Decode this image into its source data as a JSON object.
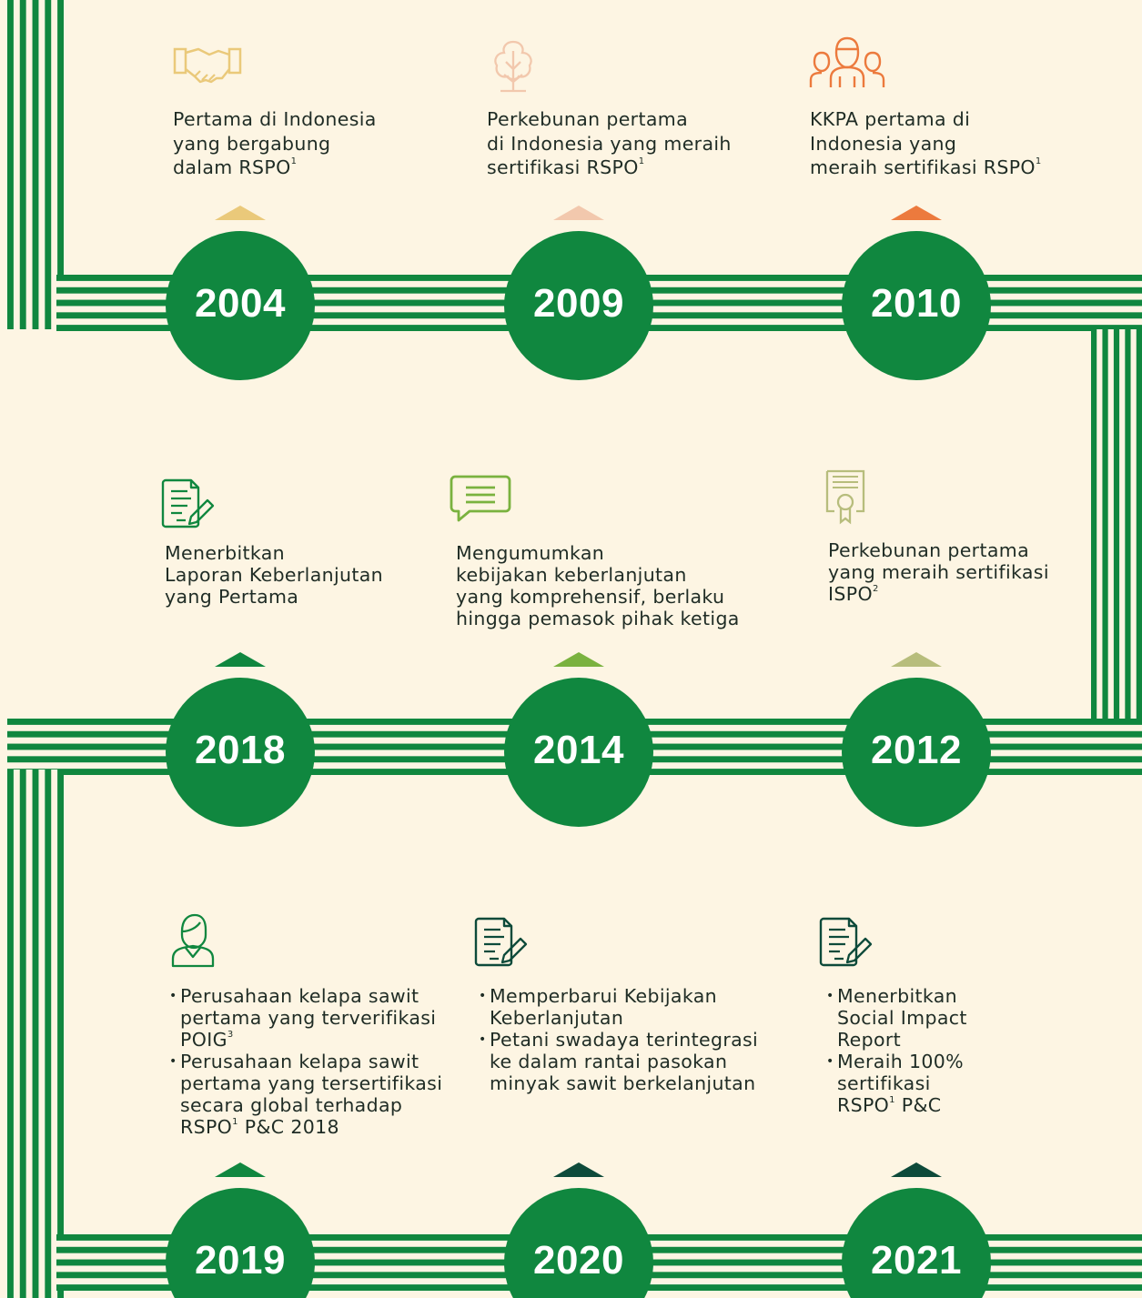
{
  "colors": {
    "background": "#fdf5e3",
    "green": "#10873f",
    "stripe_light": "#fdf5e3",
    "triangle_2004": "#eac97a",
    "triangle_2009": "#f2c8ad",
    "triangle_2010": "#ec7a3d",
    "triangle_2018": "#10873f",
    "triangle_2014": "#7ab23f",
    "triangle_2012": "#b7bd7c",
    "triangle_2019": "#10873f",
    "triangle_2020": "#0d4a3a",
    "triangle_2021": "#0d4a3a"
  },
  "milestones": [
    {
      "year": "2004",
      "icon": "handshake-icon",
      "lines": [
        {
          "t": "Pertama di Indonesia"
        },
        {
          "t": "yang bergabung"
        },
        {
          "t": "dalam RSPO",
          "sup": "1"
        }
      ]
    },
    {
      "year": "2009",
      "icon": "tree-icon",
      "lines": [
        {
          "t": "Perkebunan pertama"
        },
        {
          "t": "di Indonesia yang meraih"
        },
        {
          "t": "sertifikasi RSPO",
          "sup": "1"
        }
      ]
    },
    {
      "year": "2010",
      "icon": "people-group-icon",
      "lines": [
        {
          "t": "KKPA pertama di"
        },
        {
          "t": "Indonesia yang"
        },
        {
          "t": "meraih sertifikasi RSPO",
          "sup": "1"
        }
      ]
    },
    {
      "year": "2018",
      "icon": "document-pen-icon",
      "lines": [
        {
          "t": "Menerbitkan"
        },
        {
          "t": "Laporan Keberlanjutan"
        },
        {
          "t": "yang Pertama"
        }
      ]
    },
    {
      "year": "2014",
      "icon": "speech-bubble-icon",
      "lines": [
        {
          "t": "Mengumumkan"
        },
        {
          "t": "kebijakan keberlanjutan"
        },
        {
          "t": "yang komprehensif,  berlaku"
        },
        {
          "t": "hingga pemasok pihak ketiga"
        }
      ]
    },
    {
      "year": "2012",
      "icon": "certificate-icon",
      "lines": [
        {
          "t": "Perkebunan pertama"
        },
        {
          "t": "yang meraih sertifikasi"
        },
        {
          "t": "ISPO",
          "sup": "2"
        }
      ]
    },
    {
      "year": "2019",
      "icon": "person-icon",
      "bullets": [
        [
          {
            "t": "Perusahaan kelapa sawit"
          },
          {
            "t": "pertama yang terverifikasi"
          },
          {
            "t": "POIG",
            "sup": "3"
          }
        ],
        [
          {
            "t": "Perusahaan kelapa sawit"
          },
          {
            "t": "pertama yang tersertifikasi"
          },
          {
            "t": "secara global terhadap"
          },
          {
            "t": "RSPO",
            "sup": "1",
            "after": " P&C 2018"
          }
        ]
      ]
    },
    {
      "year": "2020",
      "icon": "document-pen-icon",
      "bullets": [
        [
          {
            "t": "Memperbarui Kebijakan"
          },
          {
            "t": "Keberlanjutan"
          }
        ],
        [
          {
            "t": "Petani swadaya terintegrasi"
          },
          {
            "t": "ke dalam rantai pasokan"
          },
          {
            "t": "minyak sawit berkelanjutan"
          }
        ]
      ]
    },
    {
      "year": "2021",
      "icon": "document-pen-icon",
      "bullets": [
        [
          {
            "t": "Menerbitkan"
          },
          {
            "t": "Social Impact"
          },
          {
            "t": "Report"
          }
        ],
        [
          {
            "t": "Meraih 100%"
          },
          {
            "t": "sertifikasi"
          },
          {
            "t": "RSPO",
            "sup": "1",
            "after": " P&C"
          }
        ]
      ]
    }
  ]
}
